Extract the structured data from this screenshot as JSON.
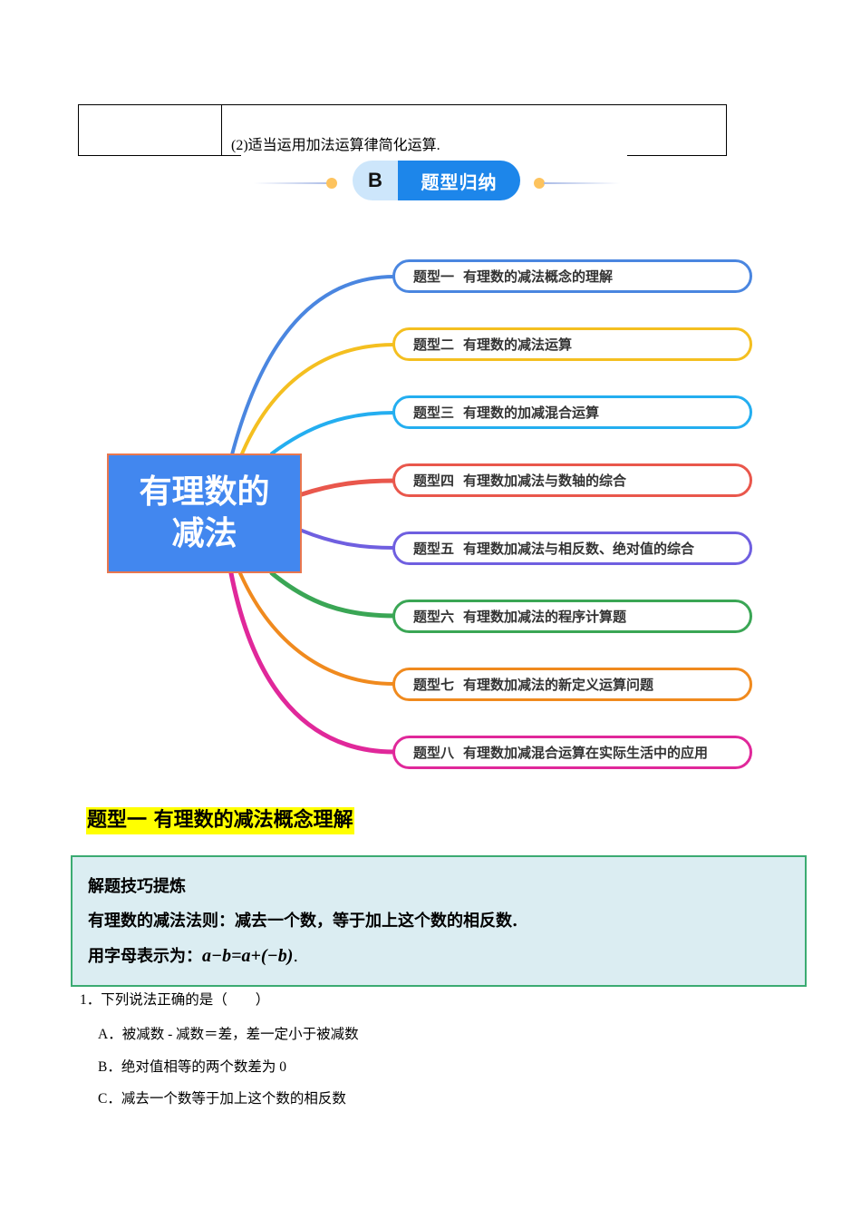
{
  "top_table": {
    "right_cell_text": "(2)适当运用加法运算律简化运算."
  },
  "section_banner": {
    "letter": "B",
    "label": "题型归纳"
  },
  "mindmap": {
    "center": {
      "line1": "有理数的",
      "line2": "减法",
      "bg_color": "#4287ef"
    },
    "branches": [
      {
        "code": "题型一",
        "title": "有理数的减法概念的理解",
        "color": "#4a86e0"
      },
      {
        "code": "题型二",
        "title": "有理数的减法运算",
        "color": "#f4bf20"
      },
      {
        "code": "题型三",
        "title": "有理数的加减混合运算",
        "color": "#24aef0"
      },
      {
        "code": "题型四",
        "title": "有理数加减法与数轴的综合",
        "color": "#e9574c"
      },
      {
        "code": "题型五",
        "title": "有理数加减法与相反数、绝对值的综合",
        "color": "#6f5fe0"
      },
      {
        "code": "题型六",
        "title": "有理数加减法的程序计算题",
        "color": "#3aa655"
      },
      {
        "code": "题型七",
        "title": "有理数加减法的新定义运算问题",
        "color": "#f08a1e"
      },
      {
        "code": "题型八",
        "title": "有理数加减混合运算在实际生活中的应用",
        "color": "#e0289a"
      }
    ]
  },
  "section_heading": "题型一  有理数的减法概念理解",
  "tip_box": {
    "title": "解题技巧提炼",
    "rule": "有理数的减法法则：减去一个数，等于加上这个数的相反数.",
    "formula_prefix": "用字母表示为：",
    "formula": "a−b=a+(−b)",
    "formula_suffix": "."
  },
  "question": {
    "stem": "1．下列说法正确的是（　　）",
    "options": [
      "A．被减数 - 减数＝差，差一定小于被减数",
      "B．绝对值相等的两个数差为 0",
      "C．减去一个数等于加上这个数的相反数"
    ]
  }
}
